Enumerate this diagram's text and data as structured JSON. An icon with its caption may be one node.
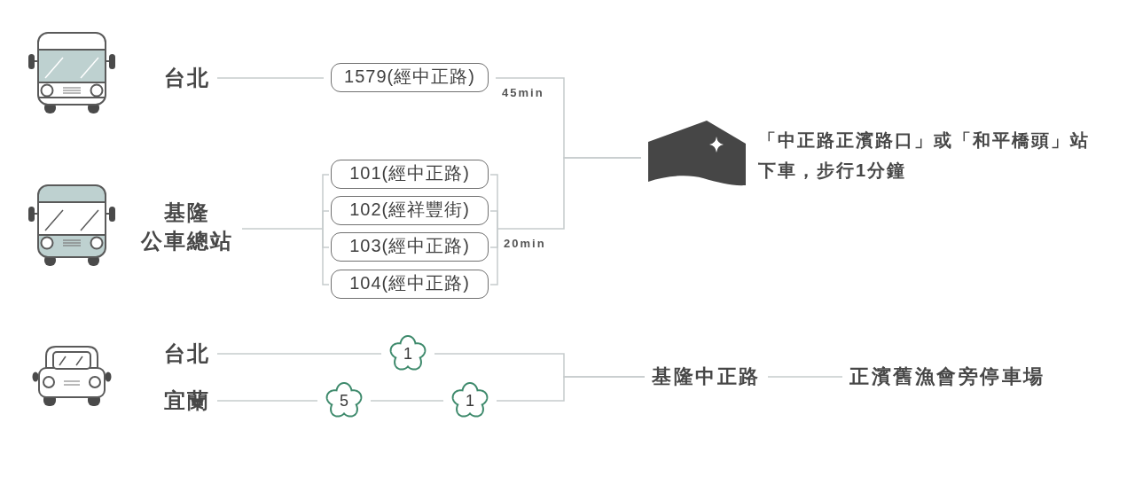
{
  "diagram": {
    "nodes": [
      {
        "text": [
          "台北"
        ]
      },
      {
        "text": [
          "1579(經中正路)"
        ]
      },
      {
        "text": [],
        "shape": "picture",
        "beside": [
          "「中正路正濱路口」或「和平橋頭」站下車，步行1分鐘"
        ]
      },
      {
        "text": [
          "基隆公車總站"
        ]
      },
      {
        "text": [
          "101(經中正路)"
        ]
      },
      {
        "text": [
          "102(經祥豐街)"
        ]
      },
      {
        "text": [
          "103(經中正路)"
        ]
      },
      {
        "text": [
          "104(經中正路)"
        ]
      },
      {
        "text": [
          "台北"
        ]
      },
      {
        "text": [
          "1"
        ]
      },
      {
        "text": [
          "基隆中正路"
        ]
      },
      {
        "text": [
          "正濱舊漁會旁停車場"
        ]
      },
      {
        "text": [
          "宜蘭"
        ]
      },
      {
        "text": [
          "5"
        ]
      },
      {
        "text": [
          "1"
        ]
      }
    ],
    "edges": [
      {
        "from": 0,
        "to": 1,
        "arrow": "none"
      },
      {
        "from": 1,
        "to": 2,
        "arrow": "none",
        "label": "45min"
      },
      {
        "from": 3,
        "to": 4,
        "arrow": "none"
      },
      {
        "from": 3,
        "to": 5,
        "arrow": "none"
      },
      {
        "from": 3,
        "to": 6,
        "arrow": "none"
      },
      {
        "from": 3,
        "to": 7,
        "arrow": "none"
      },
      {
        "from": 4,
        "to": 2,
        "arrow": "none"
      },
      {
        "from": 5,
        "to": 2,
        "arrow": "none"
      },
      {
        "from": 6,
        "to": 2,
        "arrow": "none",
        "label": "20min"
      },
      {
        "from": 7,
        "to": 2,
        "arrow": "none"
      },
      {
        "from": 8,
        "to": 9,
        "arrow": "none"
      },
      {
        "from": 9,
        "to": 10,
        "arrow": "none"
      },
      {
        "from": 12,
        "to": 13,
        "arrow": "none"
      },
      {
        "from": 13,
        "to": 14,
        "arrow": "none"
      },
      {
        "from": 14,
        "to": 10,
        "arrow": "none"
      },
      {
        "from": 10,
        "to": 11,
        "arrow": "none"
      }
    ]
  }
}
